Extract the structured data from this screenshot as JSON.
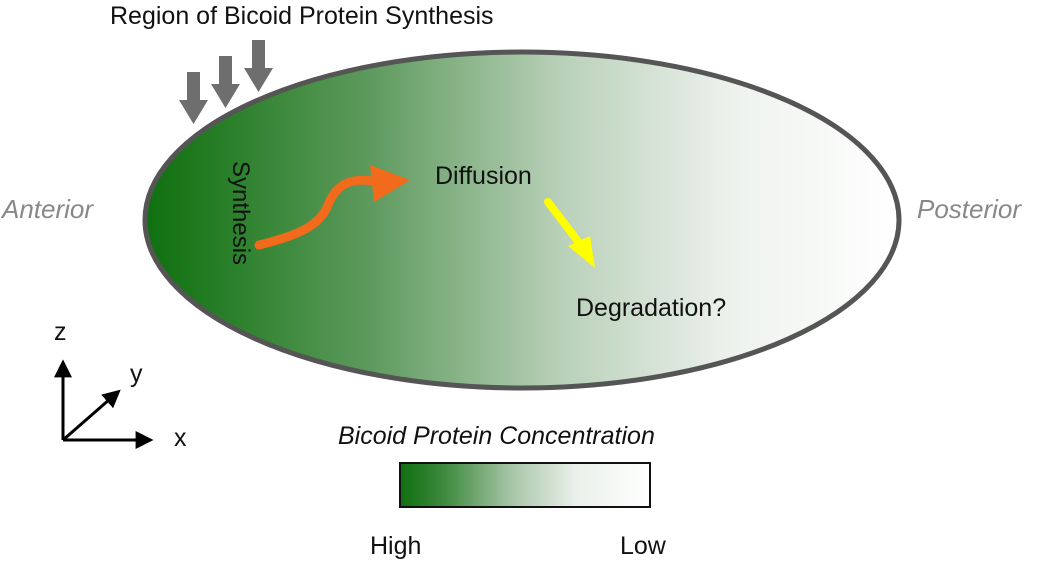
{
  "title": "Region of Bicoid Protein Synthesis",
  "labels": {
    "anterior": "Anterior",
    "posterior": "Posterior",
    "synthesis": "Synthesis",
    "diffusion": "Diffusion",
    "degradation": "Degradation?"
  },
  "axes": {
    "z": "z",
    "y": "y",
    "x": "x"
  },
  "legend": {
    "title": "Bicoid Protein Concentration",
    "high": "High",
    "low": "Low"
  },
  "colors": {
    "gradient_high": "#1a7a1a",
    "gradient_low": "#ffffff",
    "outline": "#555555",
    "side_label": "#888888",
    "arrow_synthesis_region": "#6e6e6e",
    "arrow_diffusion": "#f26a1b",
    "arrow_degradation": "#ffff00"
  }
}
